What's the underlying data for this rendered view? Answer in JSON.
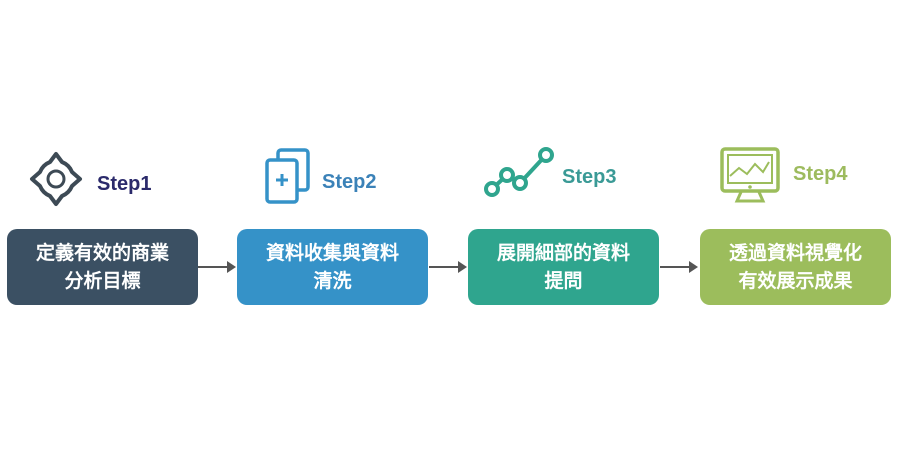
{
  "steps": [
    {
      "label": "Step1",
      "icon": "target-icon",
      "color": "#2b2a6b",
      "box_color": "#3b5063",
      "lines": [
        "定義有效的商業",
        "分析目標"
      ]
    },
    {
      "label": "Step2",
      "icon": "add-document-icon",
      "color": "#3b82b8",
      "box_color": "#3592c8",
      "lines": [
        "資料收集與資料",
        "清洗"
      ]
    },
    {
      "label": "Step3",
      "icon": "line-graph-icon",
      "color": "#3a9a96",
      "box_color": "#2fa58e",
      "lines": [
        "展開細部的資料",
        "提問"
      ]
    },
    {
      "label": "Step4",
      "icon": "monitor-chart-icon",
      "color": "#9dbb5e",
      "box_color": "#9cbd5c",
      "lines": [
        "透過資料視覺化",
        "有效展示成果"
      ]
    }
  ]
}
